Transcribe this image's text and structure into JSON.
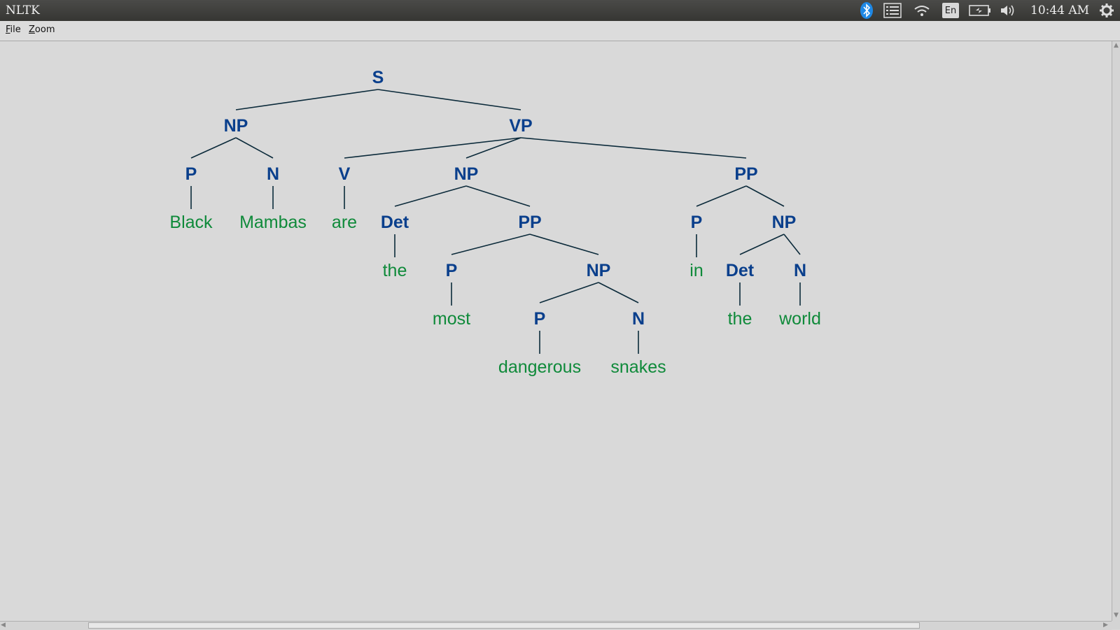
{
  "window": {
    "title": "NLTK"
  },
  "tray": {
    "clock": "10:44 AM",
    "keyboard_layout": "En"
  },
  "menu": [
    {
      "label": "File",
      "mnemonic": "F",
      "rest": "ile"
    },
    {
      "label": "Zoom",
      "mnemonic": "Z",
      "rest": "oom"
    }
  ],
  "colors": {
    "node": "#0a3f8c",
    "leaf": "#0f8a3a",
    "edge": "#0b2a3a",
    "background": "#d9d9d9"
  },
  "tree": {
    "label": "S",
    "children": [
      {
        "label": "NP",
        "children": [
          {
            "label": "P",
            "children": [
              {
                "word": "Black"
              }
            ]
          },
          {
            "label": "N",
            "children": [
              {
                "word": "Mambas"
              }
            ]
          }
        ]
      },
      {
        "label": "VP",
        "children": [
          {
            "label": "V",
            "children": [
              {
                "word": "are"
              }
            ]
          },
          {
            "label": "NP",
            "children": [
              {
                "label": "Det",
                "children": [
                  {
                    "word": "the"
                  }
                ]
              },
              {
                "label": "PP",
                "children": [
                  {
                    "label": "P",
                    "children": [
                      {
                        "word": "most"
                      }
                    ]
                  },
                  {
                    "label": "NP",
                    "children": [
                      {
                        "label": "P",
                        "children": [
                          {
                            "word": "dangerous"
                          }
                        ]
                      },
                      {
                        "label": "N",
                        "children": [
                          {
                            "word": "snakes"
                          }
                        ]
                      }
                    ]
                  }
                ]
              }
            ]
          },
          {
            "label": "PP",
            "children": [
              {
                "label": "P",
                "children": [
                  {
                    "word": "in"
                  }
                ]
              },
              {
                "label": "NP",
                "children": [
                  {
                    "label": "Det",
                    "children": [
                      {
                        "word": "the"
                      }
                    ]
                  },
                  {
                    "label": "N",
                    "children": [
                      {
                        "word": "world"
                      }
                    ]
                  }
                ]
              }
            ]
          }
        ]
      }
    ]
  }
}
